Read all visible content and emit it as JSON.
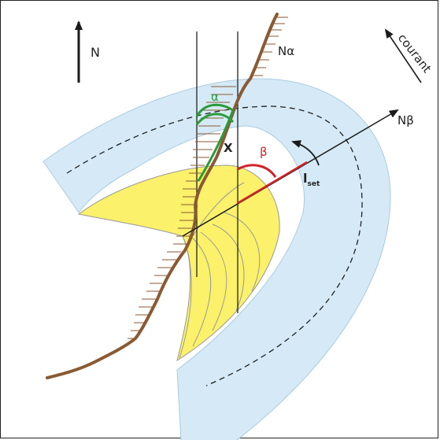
{
  "labels": {
    "north": "N",
    "n_alpha": "Nα",
    "n_beta": "Nβ",
    "current": "courant",
    "alpha": "α",
    "beta": "β",
    "x": "X",
    "l_set_main": "l",
    "l_set_sub": "set"
  },
  "colors": {
    "channel_fill": "#d5eaf6",
    "bar_fill": "#fbf16a",
    "coast": "#8a5a33",
    "alpha_arc": "#2a9a3a",
    "beta_arc": "#d2232a",
    "axis": "#1a1a1a"
  }
}
